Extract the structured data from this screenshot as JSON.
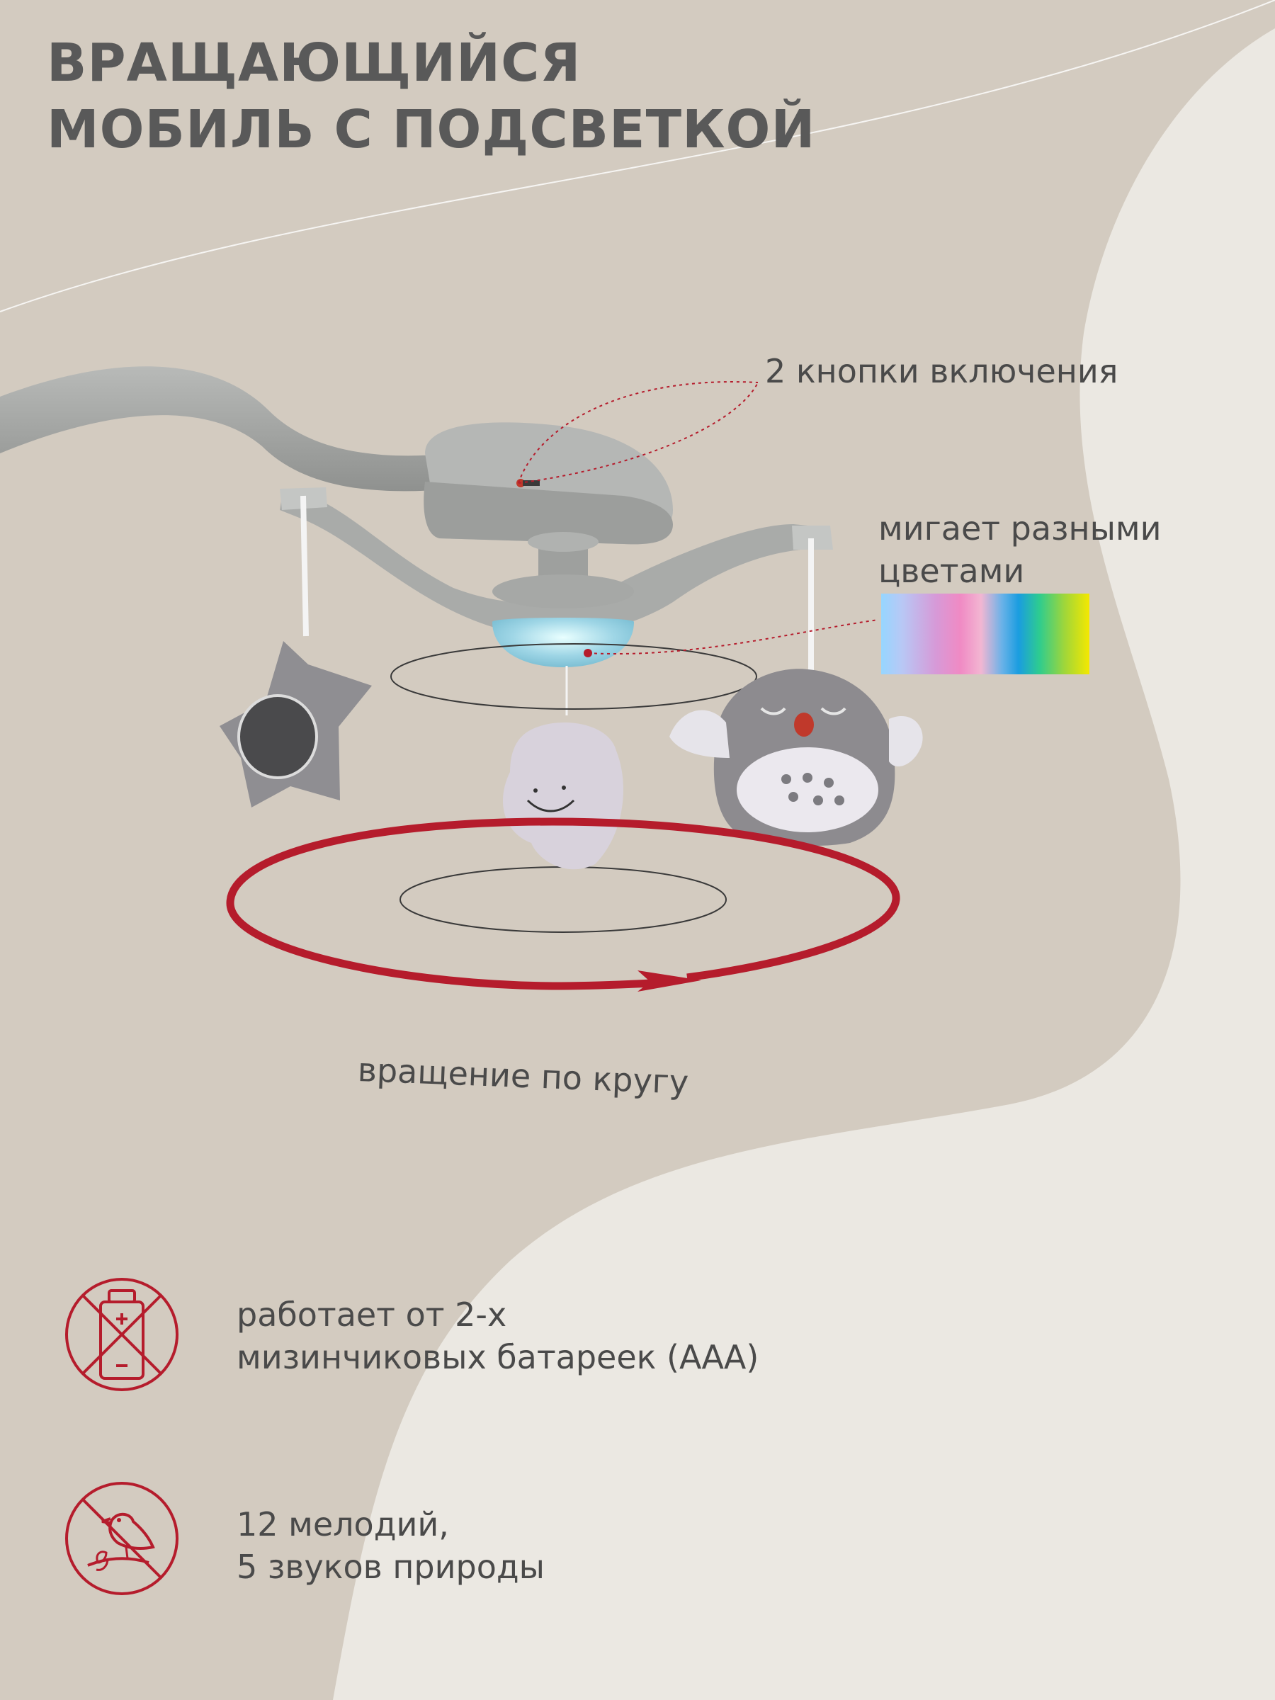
{
  "title": {
    "line1": "ВРАЩАЮЩИЙСЯ",
    "line2": "МОБИЛЬ С ПОДСВЕТКОЙ"
  },
  "callouts": {
    "buttons": "2 кнопки включения",
    "colors_line1": "мигает разными",
    "colors_line2": "цветами",
    "rotation": "вращение по кругу"
  },
  "features": [
    {
      "icon": "no-battery-icon",
      "line1": "работает от 2-х",
      "line2": "мизинчиковых батареек (ААА)"
    },
    {
      "icon": "no-bird-sound-icon",
      "line1": "12 мелодий,",
      "line2": "5 звуков природы"
    }
  ],
  "colors": {
    "accent_red": "#b51c2c",
    "text_gray": "#595959",
    "bg_beige": "#d3cbc0",
    "bg_light": "#ebe8e2"
  }
}
